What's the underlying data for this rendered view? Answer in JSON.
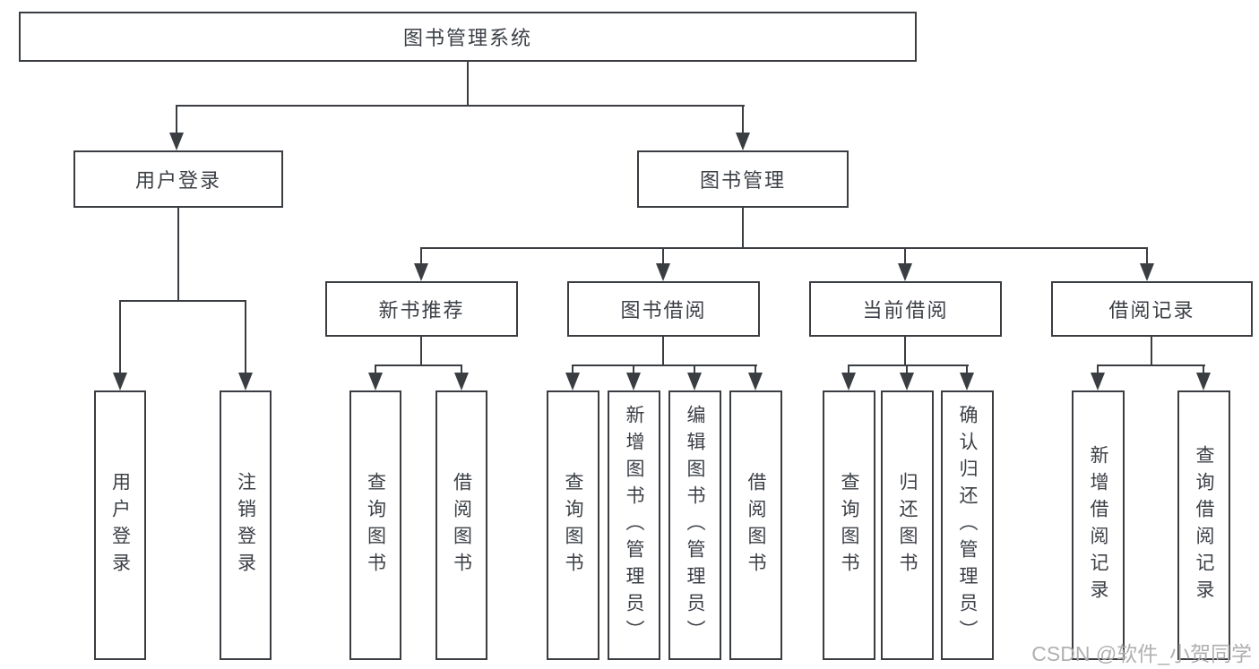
{
  "tree": {
    "root": {
      "label": "图书管理系统"
    },
    "branches": [
      {
        "label": "用户登录",
        "children": [
          {
            "label": "用户登录"
          },
          {
            "label": "注销登录"
          }
        ]
      },
      {
        "label": "图书管理",
        "children": [
          {
            "label": "新书推荐",
            "children": [
              {
                "label": "查询图书"
              },
              {
                "label": "借阅图书"
              }
            ]
          },
          {
            "label": "图书借阅",
            "children": [
              {
                "label": "查询图书"
              },
              {
                "label": "新增图书（管理员）"
              },
              {
                "label": "编辑图书（管理员）"
              },
              {
                "label": "借阅图书"
              }
            ]
          },
          {
            "label": "当前借阅",
            "children": [
              {
                "label": "查询图书"
              },
              {
                "label": "归还图书"
              },
              {
                "label": "确认归还（管理员）"
              }
            ]
          },
          {
            "label": "借阅记录",
            "children": [
              {
                "label": "新增借阅记录"
              },
              {
                "label": "查询借阅记录"
              }
            ]
          }
        ]
      }
    ]
  },
  "watermark": "CSDN @软件_小贺同学",
  "colors": {
    "line": "#3a3d42",
    "text": "#3c4046",
    "watermark": "#b0b0b0",
    "background": "#ffffff"
  }
}
